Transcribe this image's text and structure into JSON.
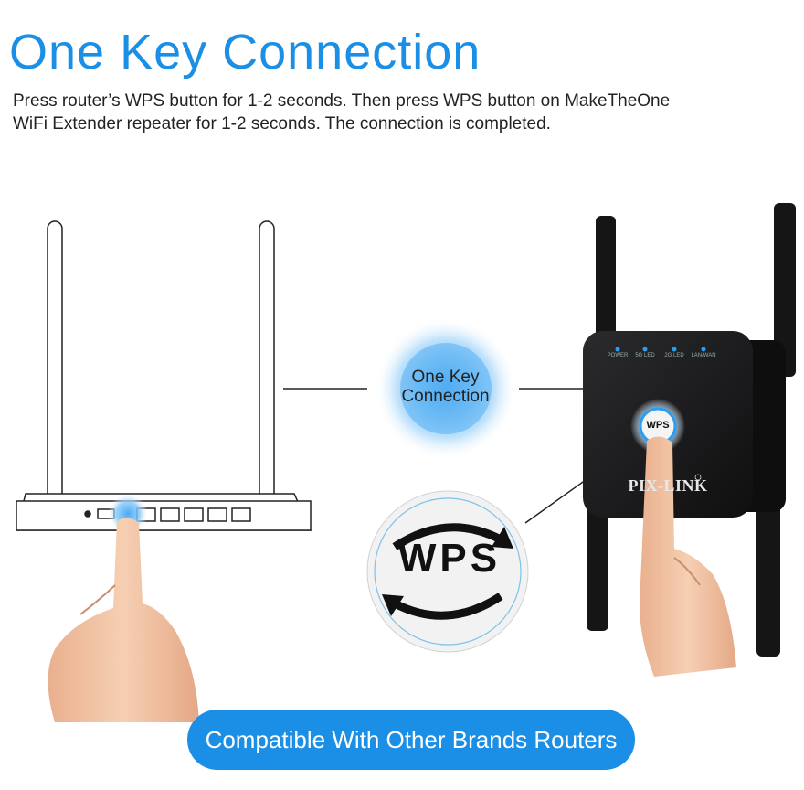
{
  "title": "One Key Connection",
  "description": {
    "line1": "Press router’s WPS button for 1-2 seconds. Then press WPS button on MakeTheOne",
    "line2": "WiFi Extender repeater for 1-2 seconds. The connection is completed."
  },
  "bubble": {
    "line1": "One Key",
    "line2": "Connection"
  },
  "wps_badge": "WPS",
  "extender": {
    "wps_button_label": "WPS",
    "brand_label": "PIX-LINK",
    "leds": [
      "POWER",
      "5G LED",
      "2G LED",
      "LAN/WAN"
    ]
  },
  "banner": "Compatible With Other Brands Routers",
  "colors": {
    "accent": "#1b8fe6",
    "device": "#1c1c1e",
    "led": "#2a9df4"
  }
}
